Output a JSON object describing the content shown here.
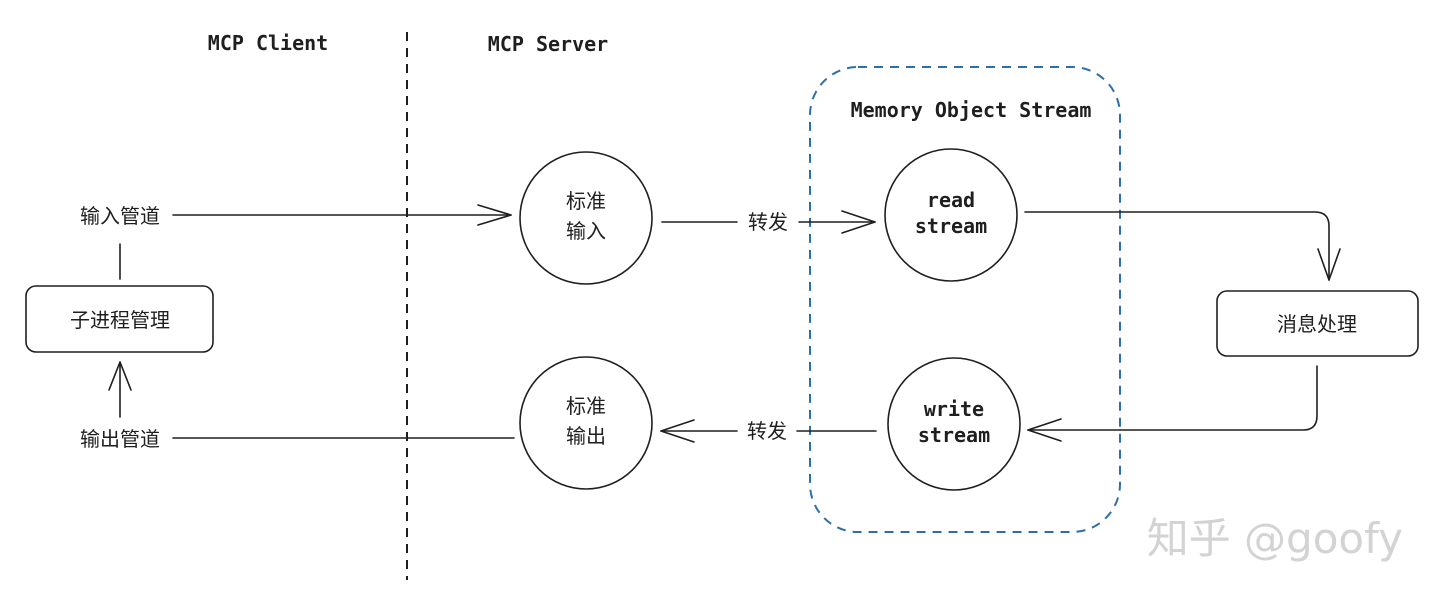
{
  "headers": {
    "client": "MCP Client",
    "server": "MCP Server"
  },
  "group": {
    "title": "Memory Object Stream"
  },
  "nodes": {
    "subprocess": "子进程管理",
    "stdin": [
      "标准",
      "输入"
    ],
    "stdout": [
      "标准",
      "输出"
    ],
    "read_stream": [
      "read",
      "stream"
    ],
    "write_stream": [
      "write",
      "stream"
    ],
    "message_handler": "消息处理"
  },
  "edge_labels": {
    "input_pipe": "输入管道",
    "output_pipe": "输出管道",
    "forward_top": "转发",
    "forward_bottom": "转发"
  },
  "watermark": "知乎 @goofy"
}
